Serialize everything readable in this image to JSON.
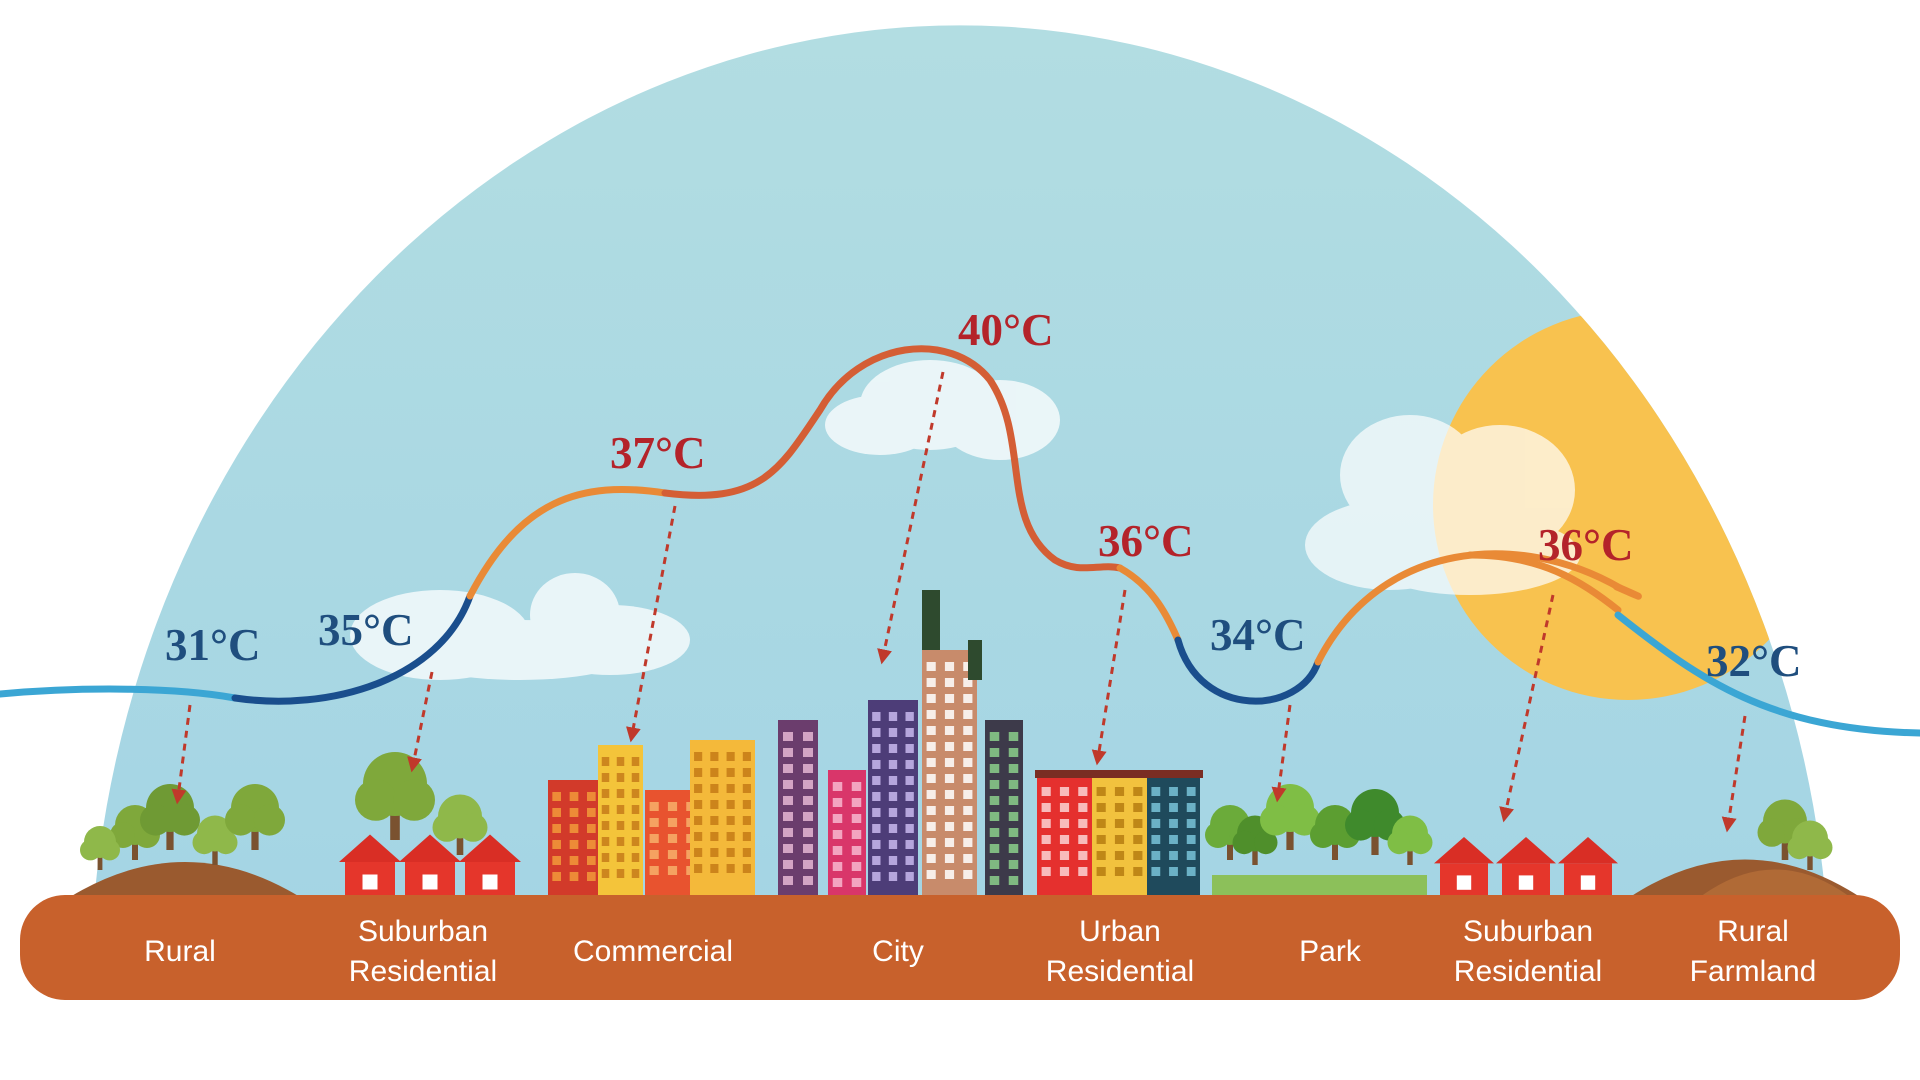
{
  "colors": {
    "sky": "#aed9df",
    "sun": "#f8c24f",
    "ground": "#c8612c",
    "hot_text": "#b4232a",
    "cool_text": "#1f4e7e",
    "curve_hot": "#d45e35",
    "curve_warm": "#e98a36",
    "curve_cool": "#1a4e8d",
    "curve_cold": "#3ba6d4",
    "arrow": "#c0392b"
  },
  "temperatures": [
    {
      "id": "rural",
      "label": "31°C",
      "value": 31,
      "tone": "cool"
    },
    {
      "id": "suburban-residential",
      "label": "35°C",
      "value": 35,
      "tone": "cool"
    },
    {
      "id": "commercial",
      "label": "37°C",
      "value": 37,
      "tone": "hot"
    },
    {
      "id": "city",
      "label": "40°C",
      "value": 40,
      "tone": "hot"
    },
    {
      "id": "urban-residential",
      "label": "36°C",
      "value": 36,
      "tone": "hot"
    },
    {
      "id": "park",
      "label": "34°C",
      "value": 34,
      "tone": "cool"
    },
    {
      "id": "suburban-residential-2",
      "label": "36°C",
      "value": 36,
      "tone": "hot"
    },
    {
      "id": "rural-farmland",
      "label": "32°C",
      "value": 32,
      "tone": "cool"
    }
  ],
  "zones": [
    {
      "id": "rural",
      "lines": [
        "Rural"
      ]
    },
    {
      "id": "suburban-residential",
      "lines": [
        "Suburban",
        "Residential"
      ]
    },
    {
      "id": "commercial",
      "lines": [
        "Commercial"
      ]
    },
    {
      "id": "city",
      "lines": [
        "City"
      ]
    },
    {
      "id": "urban-residential",
      "lines": [
        "Urban",
        "Residential"
      ]
    },
    {
      "id": "park",
      "lines": [
        "Park"
      ]
    },
    {
      "id": "suburban-residential-2",
      "lines": [
        "Suburban",
        "Residential"
      ]
    },
    {
      "id": "rural-farmland",
      "lines": [
        "Rural",
        "Farmland"
      ]
    }
  ]
}
